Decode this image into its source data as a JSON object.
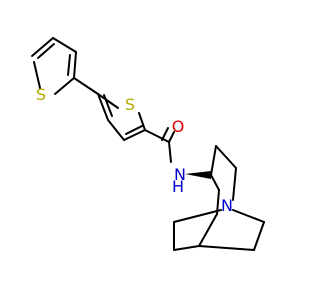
{
  "molecule": {
    "atoms": {
      "s1": {
        "symbol": "S"
      },
      "s2": {
        "symbol": "S"
      },
      "o": {
        "symbol": "O"
      },
      "nh": {
        "symbol": "N",
        "h": "H"
      },
      "n": {
        "symbol": "N"
      }
    }
  },
  "colors": {
    "sulfur": "#b3a800",
    "oxygen": "#e00000",
    "nitrogen": "#0000cc",
    "bond": "#000000",
    "background": "#ffffff"
  }
}
